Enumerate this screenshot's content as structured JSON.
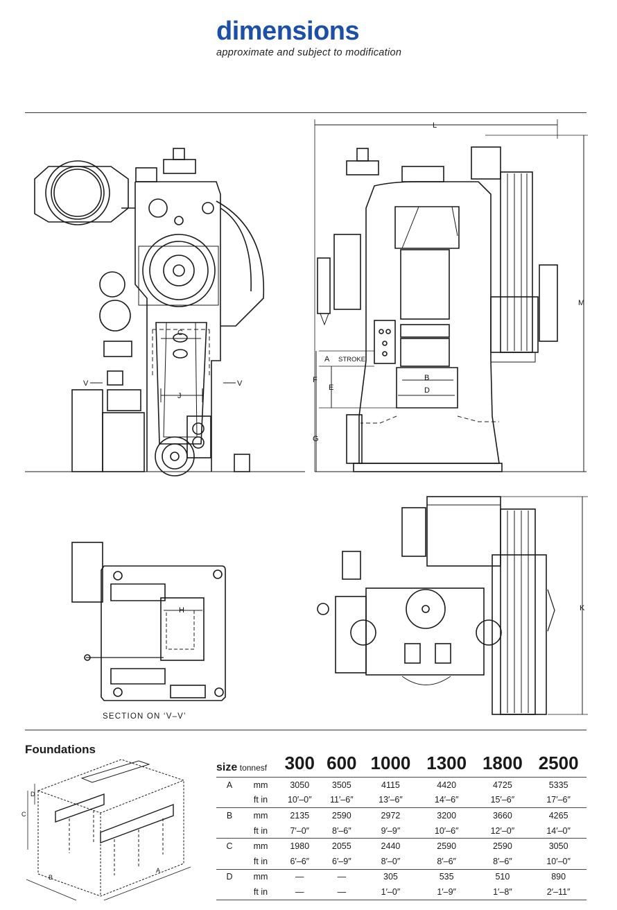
{
  "header": {
    "title": "dimensions",
    "subtitle": "approximate and subject to modification"
  },
  "drawing_labels": {
    "side": {
      "c": "C",
      "j": "J",
      "v_left": "V",
      "v_right": "V"
    },
    "front": {
      "l": "L",
      "m": "M",
      "a": "A",
      "stroke": "STROKE",
      "f": "F",
      "e": "E",
      "g": "G",
      "b": "B",
      "d": "D"
    },
    "section": {
      "h": "H",
      "caption": "SECTION ON ‘V–V’"
    },
    "top": {
      "k": "K"
    },
    "foundation": {
      "a": "A",
      "b": "B",
      "c": "C",
      "d": "D"
    }
  },
  "foundations": {
    "title": "Foundations"
  },
  "spec_table": {
    "size_word": "size",
    "unit_word": "tonnesf",
    "sizes": [
      "300",
      "600",
      "1000",
      "1300",
      "1800",
      "2500"
    ],
    "rows": [
      {
        "letter": "A",
        "mm": [
          "3050",
          "3505",
          "4115",
          "4420",
          "4725",
          "5335"
        ],
        "ft": [
          "10′–0″",
          "11′–6″",
          "13′–6″",
          "14′–6″",
          "15′–6″",
          "17′–6″"
        ]
      },
      {
        "letter": "B",
        "mm": [
          "2135",
          "2590",
          "2972",
          "3200",
          "3660",
          "4265"
        ],
        "ft": [
          "7′–0″",
          "8′–6″",
          "9′–9″",
          "10′–6″",
          "12′–0″",
          "14′–0″"
        ]
      },
      {
        "letter": "C",
        "mm": [
          "1980",
          "2055",
          "2440",
          "2590",
          "2590",
          "3050"
        ],
        "ft": [
          "6′–6″",
          "6′–9″",
          "8′–0″",
          "8′–6″",
          "8′–6″",
          "10′–0″"
        ]
      },
      {
        "letter": "D",
        "mm": [
          "—",
          "—",
          "305",
          "535",
          "510",
          "890"
        ],
        "ft": [
          "—",
          "—",
          "1′–0″",
          "1′–9″",
          "1′–8″",
          "2′–11″"
        ]
      }
    ],
    "unit_mm": "mm",
    "unit_ft": "ft in"
  }
}
